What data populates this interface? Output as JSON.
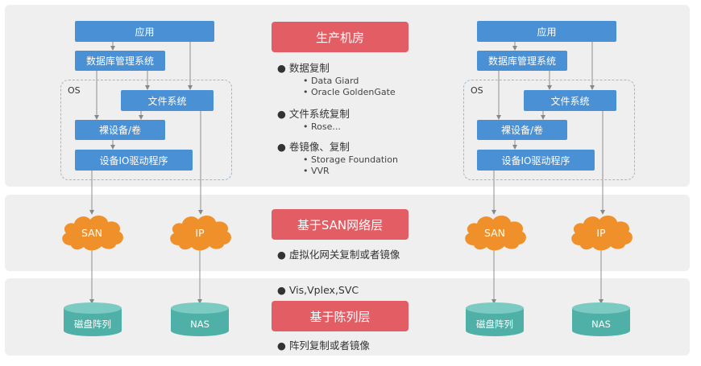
{
  "colors": {
    "box_blue": "#4a90d4",
    "red": "#e35d64",
    "cloud_orange": "#f0902a",
    "disk_teal": "#4fb0a7",
    "band_gray": "#efefef"
  },
  "stacks": [
    {
      "app": "应用",
      "dbms": "数据库管理系统",
      "os": "OS",
      "fs": "文件系统",
      "raw": "裸设备/卷",
      "driver": "设备IO驱动程序"
    },
    {
      "app": "应用",
      "dbms": "数据库管理系统",
      "os": "OS",
      "fs": "文件系统",
      "raw": "裸设备/卷",
      "driver": "设备IO驱动程序"
    }
  ],
  "center": {
    "title": "生产机房",
    "groups": [
      {
        "heading": "数据复制",
        "items": [
          "Data Giard",
          "Oracle GoldenGate"
        ]
      },
      {
        "heading": "文件系统复制",
        "items": [
          "Rose..."
        ]
      },
      {
        "heading": "卷镜像、复制",
        "items": [
          "Storage Foundation",
          "VVR"
        ]
      }
    ]
  },
  "network": {
    "title": "基于SAN网络层",
    "bullet": "虚拟化网关复制或者镜像",
    "vis": "Vis,Vplex,SVC"
  },
  "array": {
    "title": "基于陈列层",
    "bullet": "阵列复制或者镜像"
  },
  "clouds": [
    {
      "label": "SAN"
    },
    {
      "label": "IP"
    },
    {
      "label": "SAN"
    },
    {
      "label": "IP"
    }
  ],
  "disks": [
    {
      "label": "磁盘阵列"
    },
    {
      "label": "NAS"
    },
    {
      "label": "磁盘阵列"
    },
    {
      "label": "NAS"
    }
  ]
}
